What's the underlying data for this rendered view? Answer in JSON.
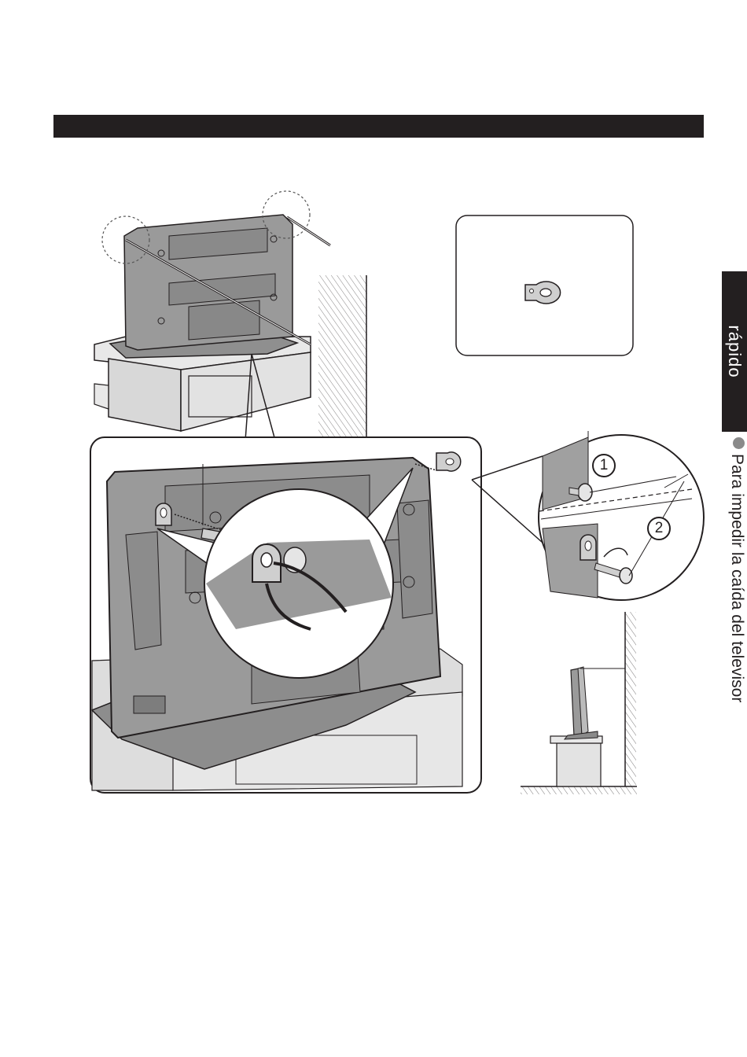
{
  "side_tab": {
    "label": "rápido"
  },
  "side_caption": {
    "text": "Para impedir la caída del televisor"
  },
  "steps": {
    "one": "1",
    "two": "2"
  },
  "colors": {
    "ink": "#231f20",
    "tv_gray": "#9a9a9a",
    "light_gray": "#d6d6d6",
    "panel_fill": "#bdbdbd"
  }
}
